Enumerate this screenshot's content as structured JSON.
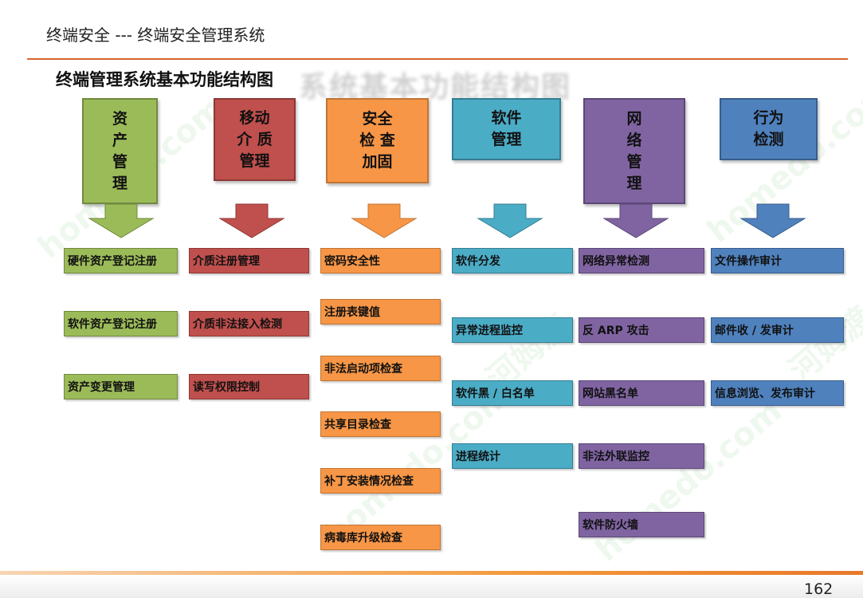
{
  "header": {
    "title": "终端安全 --- 终端安全管理系统"
  },
  "diagram": {
    "subtitle": "终端管理系统基本功能结构图",
    "ghost_title": "系统基本功能结构图",
    "categories": [
      {
        "label": "资\n产\n管\n理",
        "color": "#9bbb59",
        "border": "#71893f"
      },
      {
        "label": "移动\n介 质\n管理",
        "color": "#c0504d",
        "border": "#8c3836"
      },
      {
        "label": "安全\n检 查\n加固",
        "color": "#f79646",
        "border": "#c07536"
      },
      {
        "label": "软件\n管理",
        "color": "#4bacc6",
        "border": "#357d91"
      },
      {
        "label": "网\n络\n管\n理",
        "color": "#8064a2",
        "border": "#5c4776"
      },
      {
        "label": "行为\n检测",
        "color": "#4f81bd",
        "border": "#385d8a"
      }
    ],
    "columns": [
      [
        "硬件资产登记注册",
        "软件资产登记注册",
        "资产变更管理"
      ],
      [
        "介质注册管理",
        "介质非法接入检测",
        "读写权限控制"
      ],
      [
        "密码安全性",
        "注册表键值",
        "非法启动项检查",
        "共享目录检查",
        "补丁安装情况检查",
        "病毒库升级检查"
      ],
      [
        "软件分发",
        "异常进程监控",
        "软件黑 / 白名单",
        "进程统计"
      ],
      [
        "网络异常检测",
        "反 ARP 攻击",
        "网站黑名单",
        "非法外联监控",
        "软件防火墙"
      ],
      [
        "文件操作审计",
        "邮件收 / 发审计",
        "信息浏览、发布审计"
      ]
    ]
  },
  "watermark": {
    "text_a": "homedo.com",
    "text_b": "河姆渡"
  },
  "footer": {
    "page_number": "162"
  }
}
